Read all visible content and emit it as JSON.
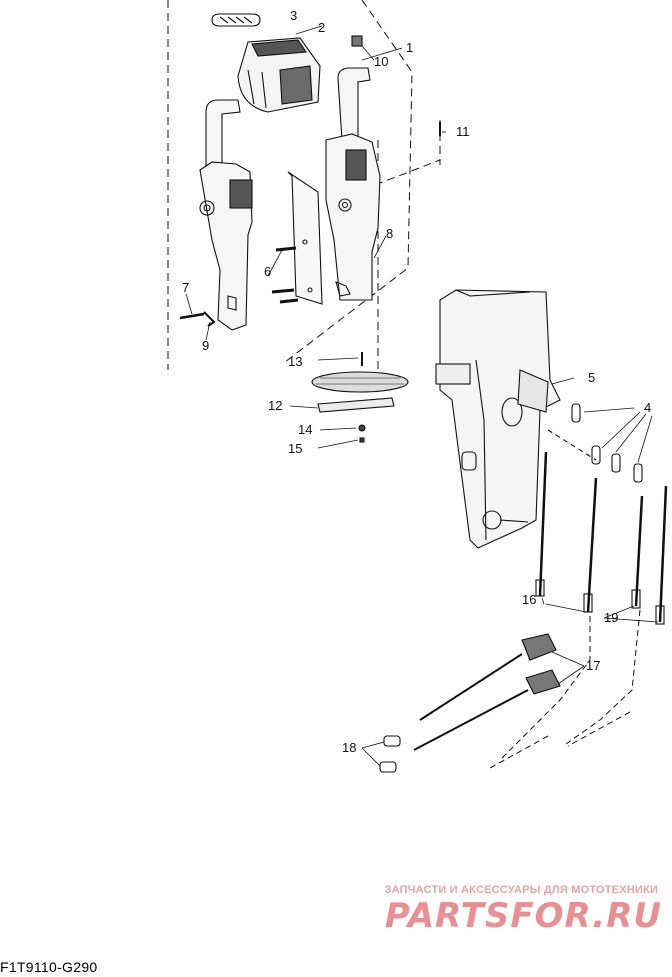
{
  "callouts": {
    "c1": "1",
    "c2": "2",
    "c3": "3",
    "c4": "4",
    "c5": "5",
    "c6": "6",
    "c7": "7",
    "c8": "8",
    "c9": "9",
    "c10": "10",
    "c11": "11",
    "c12": "12",
    "c13": "13",
    "c14": "14",
    "c15": "15",
    "c16": "16",
    "c17": "17",
    "c18": "18",
    "c19": "19"
  },
  "watermark": {
    "tagline": "ЗАПЧАСТИ И АКСЕССУАРЫ ДЛЯ МОТОТЕХНИКИ",
    "brand": "PARTSFOR.RU"
  },
  "reference_code": "F1T9110-G290"
}
